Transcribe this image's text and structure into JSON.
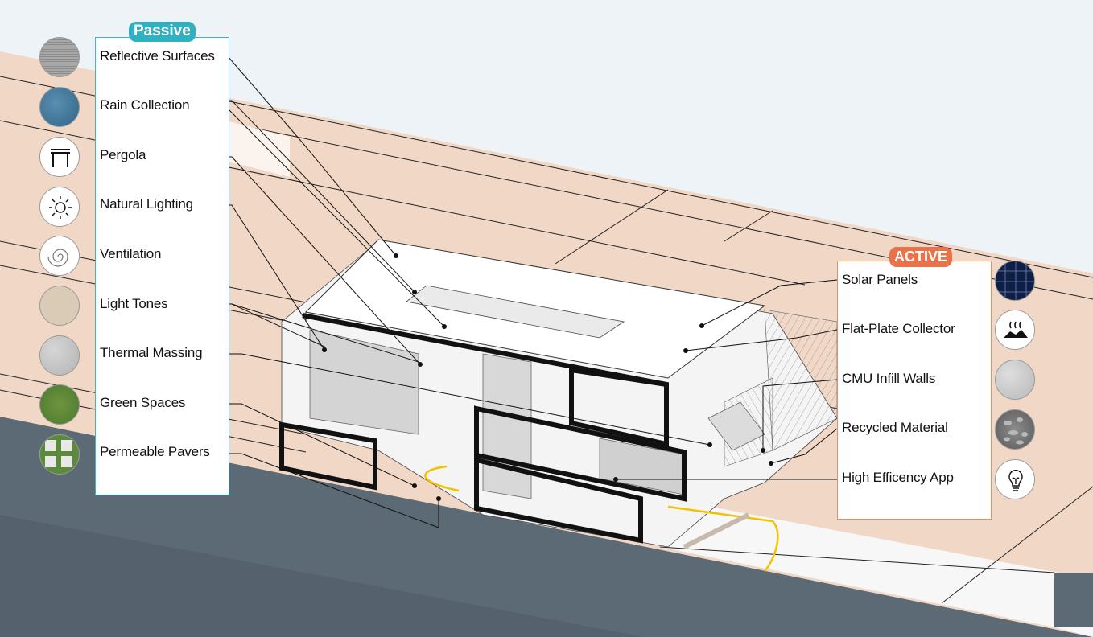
{
  "colors": {
    "passive_accent": "#2fb1c1",
    "active_accent": "#ea7148",
    "ground_terracotta": "#f1d7c6",
    "ground_asphalt": "#5c6a75",
    "sky": "#eef3f7"
  },
  "passive": {
    "title": "Passive",
    "items": [
      {
        "label": "Reflective Surfaces",
        "icon": "reflective-surface-icon"
      },
      {
        "label": "Rain Collection",
        "icon": "water-icon"
      },
      {
        "label": "Pergola",
        "icon": "pergola-icon"
      },
      {
        "label": "Natural Lighting",
        "icon": "sun-icon"
      },
      {
        "label": "Ventilation",
        "icon": "wind-swirl-icon"
      },
      {
        "label": "Light Tones",
        "icon": "beige-swatch-icon"
      },
      {
        "label": "Thermal Massing",
        "icon": "concrete-icon"
      },
      {
        "label": "Green Spaces",
        "icon": "grass-icon"
      },
      {
        "label": "Permeable Pavers",
        "icon": "paver-grid-icon"
      }
    ]
  },
  "active": {
    "title": "ACTIVE",
    "items": [
      {
        "label": "Solar Panels",
        "icon": "solar-panel-icon"
      },
      {
        "label": "Flat-Plate Collector",
        "icon": "heat-collector-icon"
      },
      {
        "label": "CMU Infill Walls",
        "icon": "cmu-block-icon"
      },
      {
        "label": "Recycled Material",
        "icon": "gravel-icon"
      },
      {
        "label": "High Efficency App",
        "icon": "lightbulb-icon"
      }
    ]
  }
}
